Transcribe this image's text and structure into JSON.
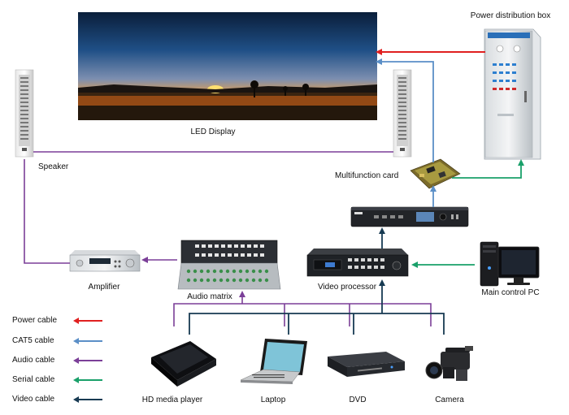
{
  "labels": {
    "led_display": "LED Display",
    "power_box": "Power distribution box",
    "speaker": "Speaker",
    "multifunction_card": "Multifunction card",
    "amplifier": "Amplifier",
    "audio_matrix": "Audio  matrix",
    "video_processor": "Video processor",
    "main_pc": "Main control PC",
    "hd_player": "HD media player",
    "laptop": "Laptop",
    "dvd": "DVD",
    "camera": "Camera"
  },
  "legend": [
    {
      "label": "Power cable",
      "color": "#e02020"
    },
    {
      "label": "CAT5 cable",
      "color": "#5b8fc7"
    },
    {
      "label": "Audio cable",
      "color": "#7b3f98"
    },
    {
      "label": "Serial cable",
      "color": "#1aa06a"
    },
    {
      "label": "Video cable",
      "color": "#173a52"
    }
  ],
  "colors": {
    "power": "#e02020",
    "cat5": "#5b8fc7",
    "audio": "#7b3f98",
    "serial": "#1aa06a",
    "video": "#173a52"
  },
  "icons": [
    "led-screen",
    "speaker",
    "power-cabinet",
    "circuit-card",
    "sender-box",
    "video-processor",
    "audio-matrix",
    "amplifier",
    "desktop-pc",
    "media-player",
    "laptop",
    "dvd-player",
    "video-camera"
  ]
}
